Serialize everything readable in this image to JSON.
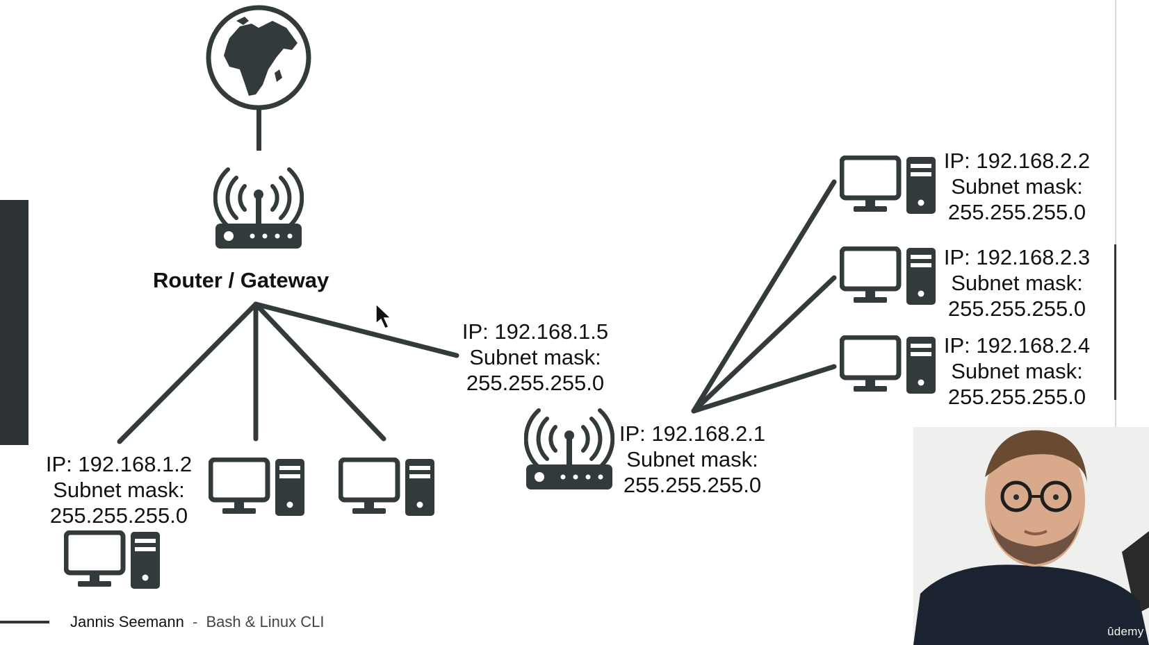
{
  "diagram": {
    "gateway_label": "Router / Gateway",
    "subnet_a": {
      "host_ip": "IP: 192.168.1.2",
      "host_mask_label": "Subnet mask:",
      "host_mask": "255.255.255.0",
      "link_ip": "IP: 192.168.1.5",
      "link_mask_label": "Subnet mask:",
      "link_mask": "255.255.255.0"
    },
    "subnet_b": {
      "router_ip": "IP: 192.168.2.1",
      "router_mask_label": "Subnet mask:",
      "router_mask": "255.255.255.0",
      "hosts": [
        {
          "ip": "IP: 192.168.2.2",
          "mask_label": "Subnet mask:",
          "mask": "255.255.255.0"
        },
        {
          "ip": "IP: 192.168.2.3",
          "mask_label": "Subnet mask:",
          "mask": "255.255.255.0"
        },
        {
          "ip": "IP: 192.168.2.4",
          "mask_label": "Subnet mask:",
          "mask": "255.255.255.0"
        }
      ]
    },
    "icons": {
      "internet": "globe-icon",
      "router": "wifi-router-icon",
      "computer": "desktop-computer-icon",
      "cursor": "mouse-pointer-icon"
    },
    "colors": {
      "ink": "#333a3b",
      "text": "#111111"
    }
  },
  "footer": {
    "author": "Jannis Seemann",
    "separator": "-",
    "course": "Bash & Linux CLI"
  },
  "overlay": {
    "brand": "ûdemy"
  }
}
